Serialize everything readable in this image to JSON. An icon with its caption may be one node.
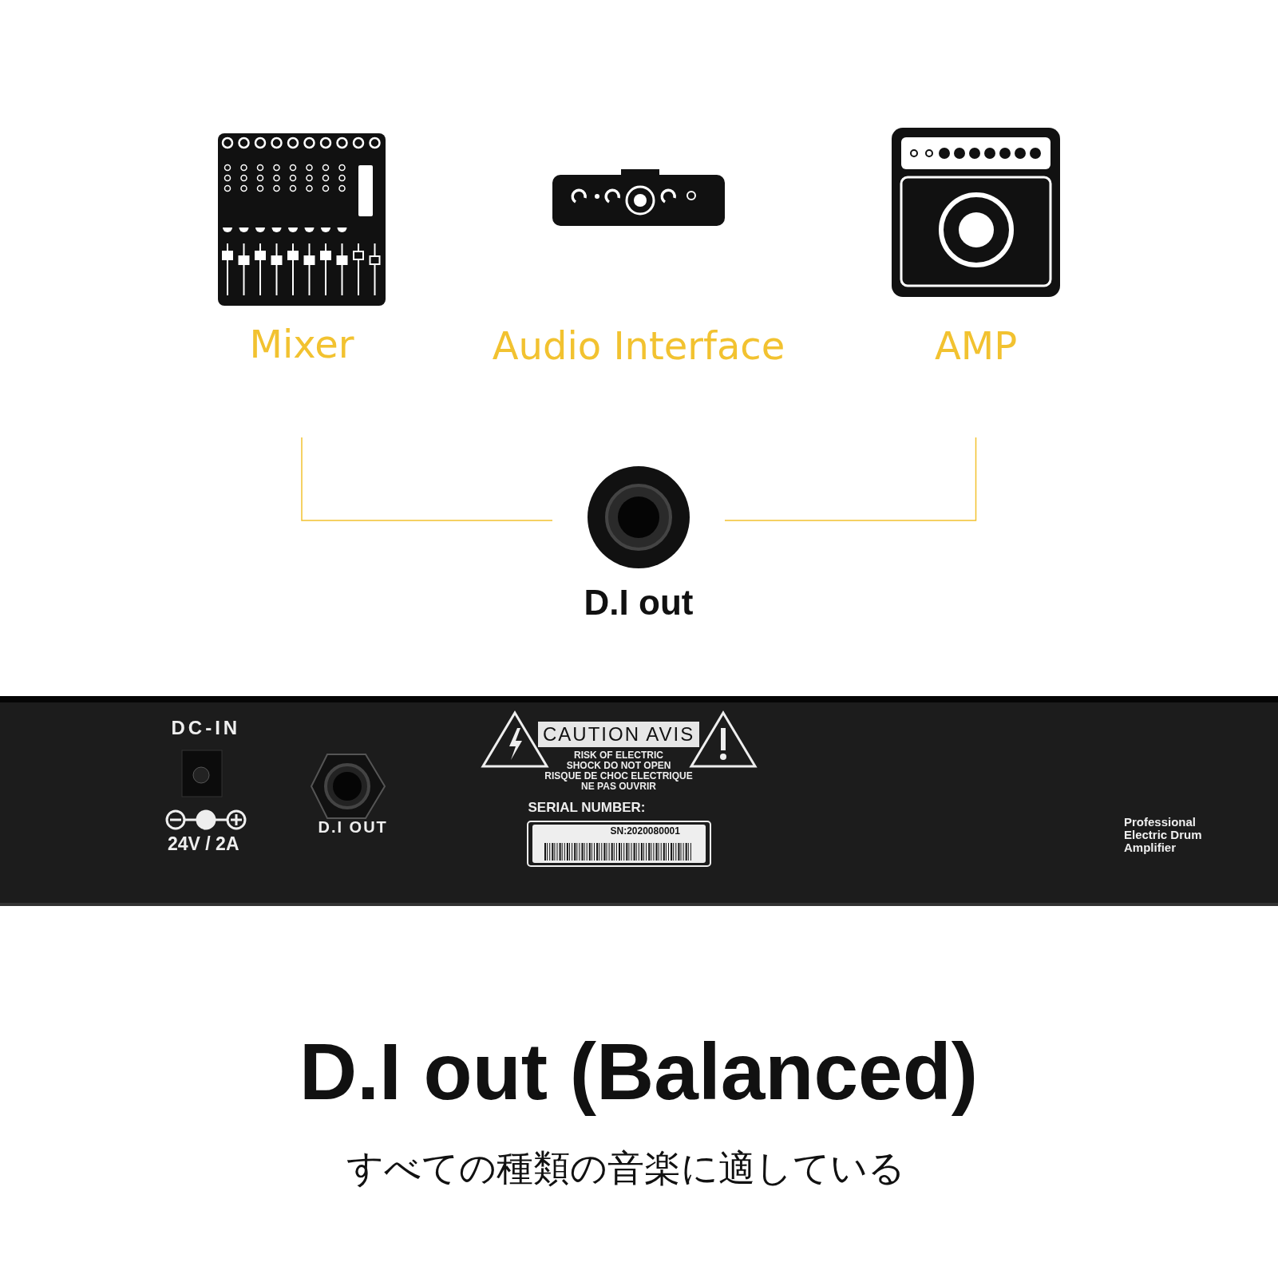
{
  "diagram": {
    "nodes": [
      {
        "text": [
          "Mixer"
        ]
      },
      {
        "text": [
          "Audio Interface"
        ]
      },
      {
        "text": [
          "AMP"
        ]
      },
      {
        "text": [
          "D.I out"
        ]
      }
    ],
    "edges": [
      {
        "from": 3,
        "to": 0,
        "arrow": "none"
      },
      {
        "from": 3,
        "to": 2,
        "arrow": "none"
      }
    ],
    "labels": [
      "DC-IN",
      "CAUTION AVIS",
      "RISK OF ELECTRIC SHOCK DO NOT OPEN",
      "RISQUE DE CHOC ELECTRIQUE NE PAS OUVRIR",
      "SERIAL NUMBER:",
      "24V / 2A",
      "D.I OUT",
      "SN:2020080001",
      "Professional Electric Drum Amplifier",
      "D.I out (Balanced)",
      "すべての種類の音楽に適している"
    ]
  }
}
